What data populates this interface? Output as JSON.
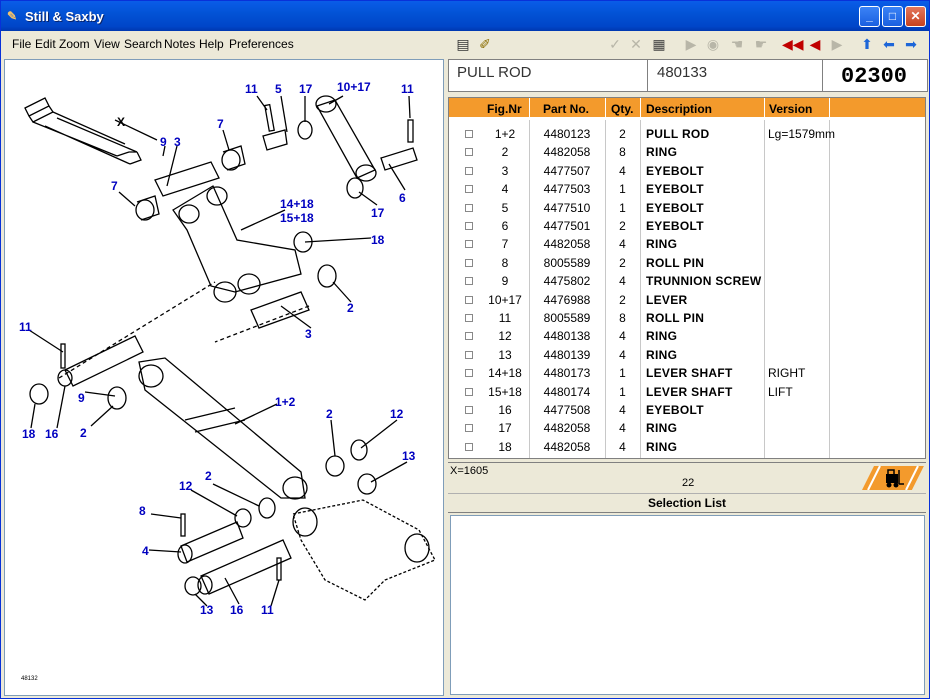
{
  "window": {
    "title": "Still & Saxby"
  },
  "menu": {
    "items": [
      "File",
      "Edit",
      "Zoom",
      "View",
      "Search",
      "Notes",
      "Help",
      "Preferences"
    ]
  },
  "header": {
    "description": "PULL ROD",
    "part_no": "480133",
    "page": "02300"
  },
  "table": {
    "columns": [
      "Fig.Nr",
      "Part No.",
      "Qty.",
      "Description",
      "Version"
    ],
    "rows": [
      {
        "fig": "1+2",
        "part": "4480123",
        "qty": "2",
        "desc": "PULL ROD",
        "version": "Lg=1579mm"
      },
      {
        "fig": "2",
        "part": "4482058",
        "qty": "8",
        "desc": "RING",
        "version": ""
      },
      {
        "fig": "3",
        "part": "4477507",
        "qty": "4",
        "desc": "EYEBOLT",
        "version": ""
      },
      {
        "fig": "4",
        "part": "4477503",
        "qty": "1",
        "desc": "EYEBOLT",
        "version": ""
      },
      {
        "fig": "5",
        "part": "4477510",
        "qty": "1",
        "desc": "EYEBOLT",
        "version": ""
      },
      {
        "fig": "6",
        "part": "4477501",
        "qty": "2",
        "desc": "EYEBOLT",
        "version": ""
      },
      {
        "fig": "7",
        "part": "4482058",
        "qty": "4",
        "desc": "RING",
        "version": ""
      },
      {
        "fig": "8",
        "part": "8005589",
        "qty": "2",
        "desc": "ROLL PIN",
        "version": ""
      },
      {
        "fig": "9",
        "part": "4475802",
        "qty": "4",
        "desc": "TRUNNION SCREW",
        "version": ""
      },
      {
        "fig": "10+17",
        "part": "4476988",
        "qty": "2",
        "desc": "LEVER",
        "version": ""
      },
      {
        "fig": "11",
        "part": "8005589",
        "qty": "8",
        "desc": "ROLL PIN",
        "version": ""
      },
      {
        "fig": "12",
        "part": "4480138",
        "qty": "4",
        "desc": "RING",
        "version": ""
      },
      {
        "fig": "13",
        "part": "4480139",
        "qty": "4",
        "desc": "RING",
        "version": ""
      },
      {
        "fig": "14+18",
        "part": "4480173",
        "qty": "1",
        "desc": "LEVER SHAFT",
        "version": "RIGHT"
      },
      {
        "fig": "15+18",
        "part": "4480174",
        "qty": "1",
        "desc": "LEVER SHAFT",
        "version": "LIFT"
      },
      {
        "fig": "16",
        "part": "4477508",
        "qty": "4",
        "desc": "EYEBOLT",
        "version": ""
      },
      {
        "fig": "17",
        "part": "4482058",
        "qty": "4",
        "desc": "RING",
        "version": ""
      },
      {
        "fig": "18",
        "part": "4482058",
        "qty": "4",
        "desc": "RING",
        "version": ""
      }
    ]
  },
  "status": {
    "coordinate": "X=1605",
    "count": "22"
  },
  "selection_list": {
    "title": "Selection List"
  },
  "diagram": {
    "callouts": [
      "11",
      "5",
      "17",
      "10+17",
      "11",
      "X",
      "9",
      "3",
      "7",
      "7",
      "6",
      "17",
      "14+18",
      "15+18",
      "18",
      "2",
      "3",
      "11",
      "9",
      "18",
      "16",
      "2",
      "1+2",
      "2",
      "12",
      "13",
      "2",
      "12",
      "8",
      "4",
      "13",
      "16",
      "11"
    ],
    "sheet_code": "48132"
  },
  "colors": {
    "accent_orange": "#f39a2c",
    "callout_blue": "#0000c0",
    "titlebar_blue": "#0253d6"
  }
}
